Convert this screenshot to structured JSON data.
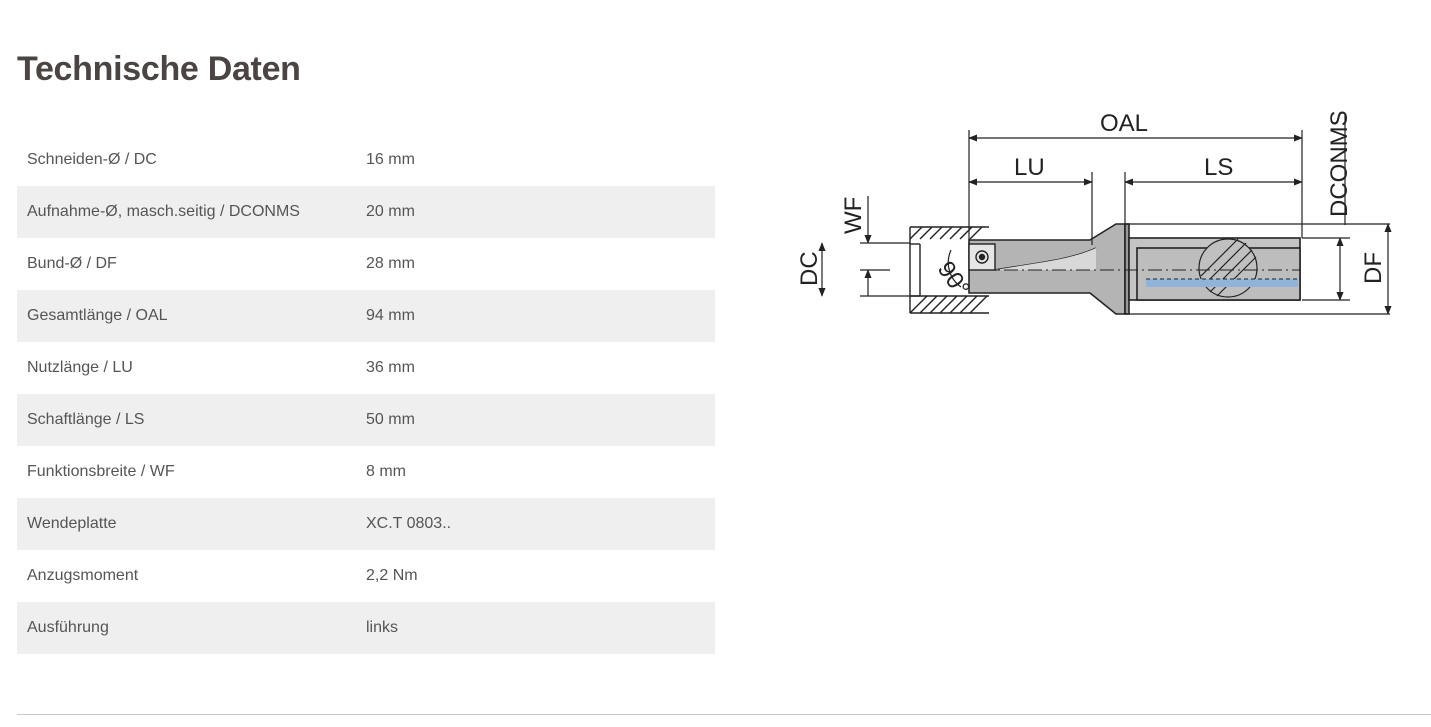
{
  "page": {
    "title": "Technische Daten"
  },
  "specs": [
    {
      "label": "Schneiden-Ø / DC",
      "value": "16 mm"
    },
    {
      "label": "Aufnahme-Ø, masch.seitig / DCONMS",
      "value": "20 mm"
    },
    {
      "label": "Bund-Ø / DF",
      "value": "28 mm"
    },
    {
      "label": "Gesamtlänge / OAL",
      "value": "94 mm"
    },
    {
      "label": "Nutzlänge / LU",
      "value": "36 mm"
    },
    {
      "label": "Schaftlänge / LS",
      "value": "50 mm"
    },
    {
      "label": "Funktionsbreite / WF",
      "value": "8 mm"
    },
    {
      "label": "Wendeplatte",
      "value": "XC.T 0803.."
    },
    {
      "label": "Anzugsmoment",
      "value": "2,2 Nm"
    },
    {
      "label": "Ausführung",
      "value": "links"
    }
  ],
  "drawing": {
    "labels": {
      "oal": "OAL",
      "lu": "LU",
      "ls": "LS",
      "dconms": "DCONMS",
      "wf": "WF",
      "dc": "DC",
      "df": "DF",
      "angle": "90°"
    },
    "colors": {
      "line": "#222222",
      "coolant": "#8fb3d9"
    }
  }
}
